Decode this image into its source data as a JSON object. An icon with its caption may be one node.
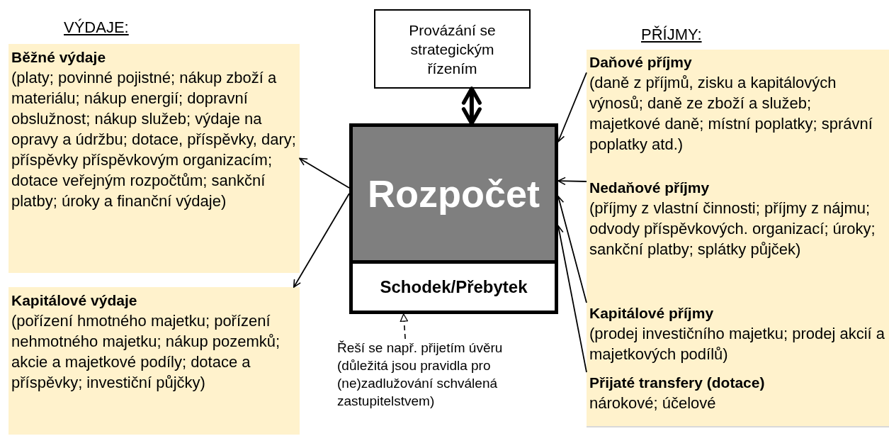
{
  "diagram": {
    "nodes": [
      {
        "text": [
          "Běžné výdaje",
          "(platy; povinné pojistné; nákup zboží a materiálu; nákup energií; dopravní obslužnost; nákup služeb; výdaje na opravy a údržbu; dotace, příspěvky, dary; příspěvky příspěvkovým organizacím; dotace veřejným rozpočtům; sankční platby; úroky a finanční výdaje)"
        ]
      },
      {
        "text": [
          "Kapitálové výdaje",
          "(pořízení hmotného majetku; pořízení nehmotného majetku; nákup pozemků; akcie a majetkové podíly; dotace a příspěvky; investiční půjčky)"
        ]
      },
      {
        "text": [
          "Provázání se strategickým řízením"
        ]
      },
      {
        "text": [
          "Rozpočet"
        ]
      },
      {
        "text": [
          "Schodek/Přebytek"
        ]
      },
      {
        "text": [
          "Řeší se např. přijetím úvěru (důležitá jsou pravidla pro (ne)zadlužování schválená zastupitelstvem)"
        ]
      },
      {
        "text": [],
        "shape": "box"
      },
      {
        "text": [
          "Daňové příjmy",
          "(daně z příjmů, zisku a kapitálových výnosů; daně ze zboží a služeb; majetkové daně; místní poplatky; správní poplatky atd.)"
        ],
        "in": 6
      },
      {
        "text": [
          "Nedaňové příjmy",
          "(příjmy z vlastní činnosti; příjmy z nájmu; odvody příspěvkových. organizací; úroky; sankční platby; splátky půjček)"
        ],
        "in": 6
      },
      {
        "text": [
          "Kapitálové příjmy",
          "(prodej investičního majetku; prodej akcií a majetkových podílů)"
        ],
        "in": 6
      },
      {
        "text": [
          "Přijaté transfery (dotace)",
          "nárokové; účelové"
        ],
        "in": 6
      }
    ],
    "edges": [
      {
        "from": 3,
        "to": 0,
        "arrow": "to"
      },
      {
        "from": 3,
        "to": 1,
        "arrow": "to"
      },
      {
        "from": 2,
        "to": 3,
        "arrow": "both",
        "style": "thick"
      },
      {
        "from": 7,
        "to": 3,
        "arrow": "to"
      },
      {
        "from": 8,
        "to": 3,
        "arrow": "to"
      },
      {
        "from": 9,
        "to": 3,
        "arrow": "to"
      },
      {
        "from": 10,
        "to": 3,
        "arrow": "to"
      },
      {
        "from": 5,
        "to": 4,
        "arrow": "to",
        "style": "dashed"
      }
    ],
    "labels": [
      "VÝDAJE:",
      "PŘÍJMY:"
    ]
  }
}
